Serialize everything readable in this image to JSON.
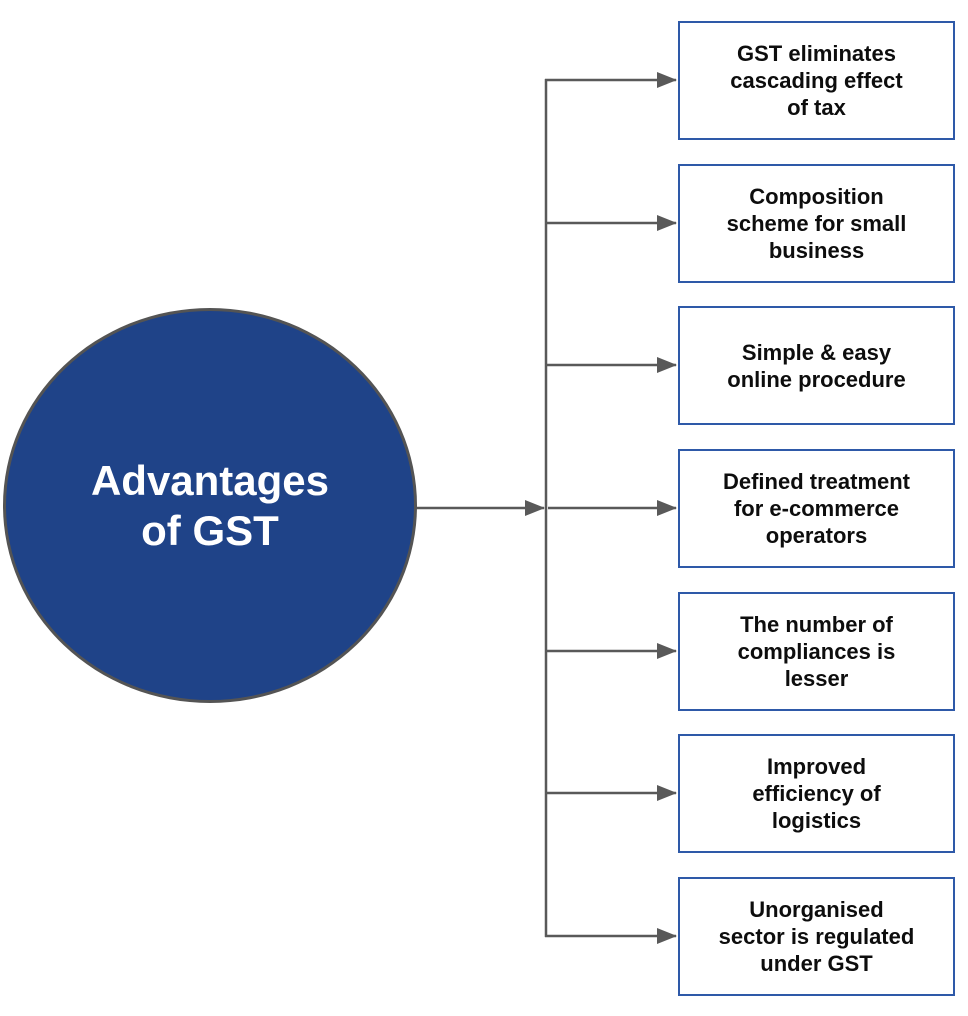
{
  "diagram": {
    "center": {
      "label": "Advantages\nof GST"
    },
    "advantages": [
      {
        "label": "GST eliminates\ncascading effect\nof tax"
      },
      {
        "label": "Composition\nscheme for small\nbusiness"
      },
      {
        "label": "Simple & easy\nonline procedure"
      },
      {
        "label": "Defined treatment\nfor e-commerce\noperators"
      },
      {
        "label": "The number of\ncompliances is\nlesser"
      },
      {
        "label": "Improved\nefficiency of\nlogistics"
      },
      {
        "label": "Unorganised\nsector is regulated\nunder GST"
      }
    ],
    "colors": {
      "circle_fill": "#1F4388",
      "circle_border": "#545454",
      "circle_text": "#FFFFFF",
      "box_border": "#2E59A8",
      "box_text": "#0D0D0D",
      "connector": "#595959",
      "background": "#FFFFFF"
    }
  }
}
